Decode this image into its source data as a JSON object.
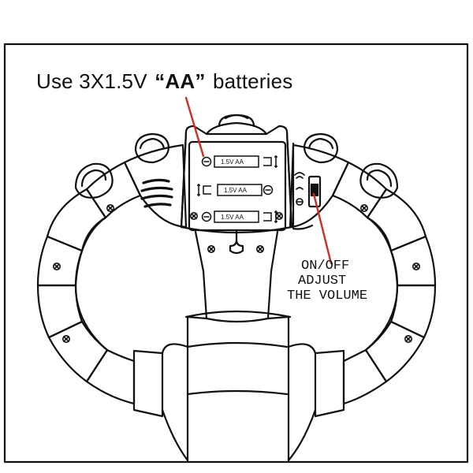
{
  "battery_instruction": {
    "prefix": "Use 3X1.5V",
    "battery_type": "“AA”",
    "suffix": "batteries"
  },
  "battery_cells": [
    {
      "label": "1.5V AA"
    },
    {
      "label": "1.5V AA"
    },
    {
      "label": "1.5V AA"
    }
  ],
  "switch_note": {
    "line1": "ON/OFF",
    "line2": "ADJUST",
    "line3": "THE VOLUME"
  },
  "colors": {
    "line": "#111111",
    "pointer": "#d42a22",
    "background": "#ffffff"
  }
}
